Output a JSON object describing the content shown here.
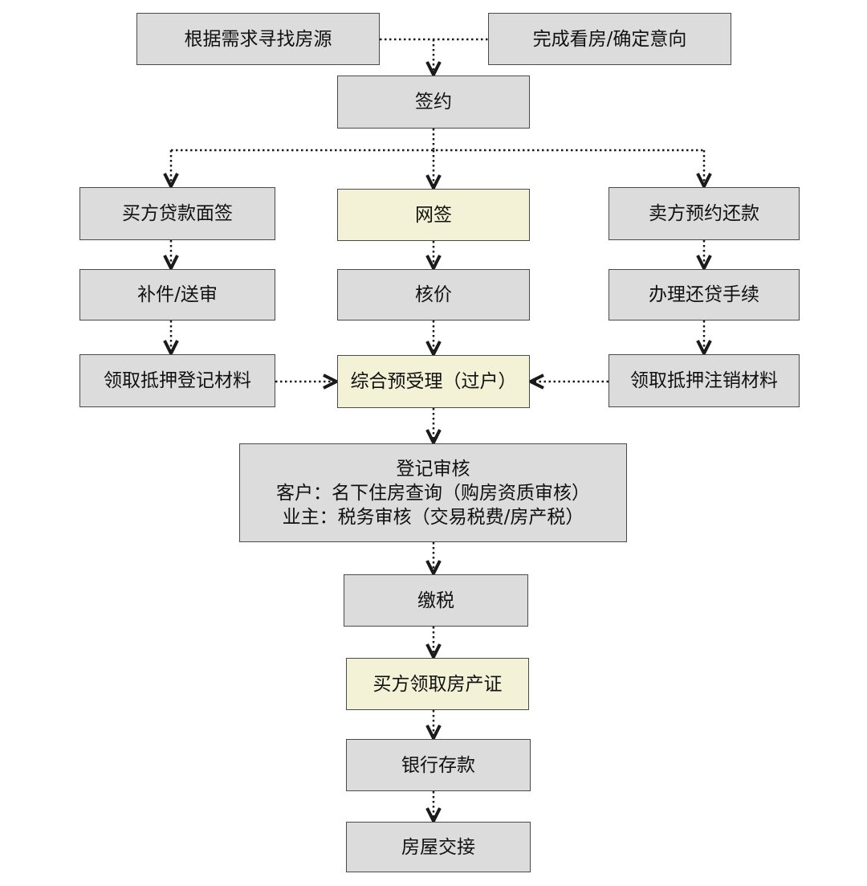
{
  "diagram": {
    "colors": {
      "node_fill": "#dcdcdc",
      "highlight_fill": "#f3f2d6",
      "border": "#4a4a4a",
      "connector": "#1a1a1a"
    },
    "nodes": {
      "find_listing": "根据需求寻找房源",
      "viewing_done": "完成看房/确定意向",
      "sign_contract": "签约",
      "buyer_loan_interview": "买方贷款面签",
      "online_sign": "网签",
      "seller_repayment_booking": "卖方预约还款",
      "supplement_submit": "补件/送审",
      "price_check": "核价",
      "loan_repayment_procedure": "办理还贷手续",
      "collect_mortgage_reg": "领取抵押登记材料",
      "transfer_preacceptance": "综合预受理（过户）",
      "collect_mortgage_cancel": "领取抵押注销材料",
      "registration_review": {
        "title": "登记审核",
        "line1": "客户：名下住房查询（购房资质审核）",
        "line2": "业主：税务审核（交易税费/房产税）"
      },
      "pay_tax": "缴税",
      "buyer_get_certificate": "买方领取房产证",
      "bank_deposit": "银行存款",
      "handover": "房屋交接"
    }
  }
}
